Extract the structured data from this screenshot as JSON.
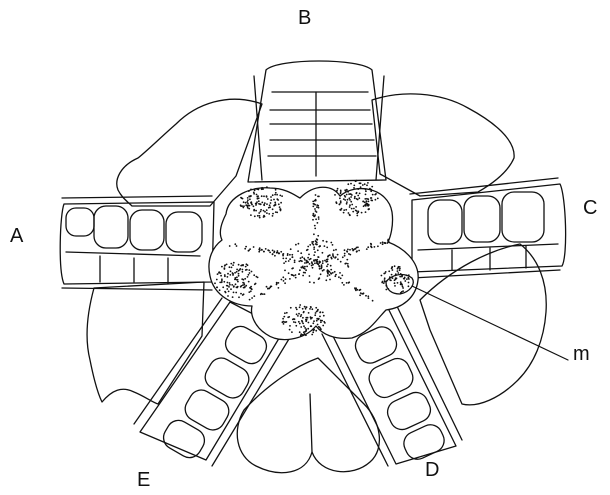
{
  "figure": {
    "ambulacrum_labels": {
      "a": "A",
      "b": "B",
      "c": "C",
      "d": "D",
      "e": "E"
    },
    "madreporite_label": "m",
    "ink_color": "#111111",
    "background_color": "#ffffff"
  }
}
